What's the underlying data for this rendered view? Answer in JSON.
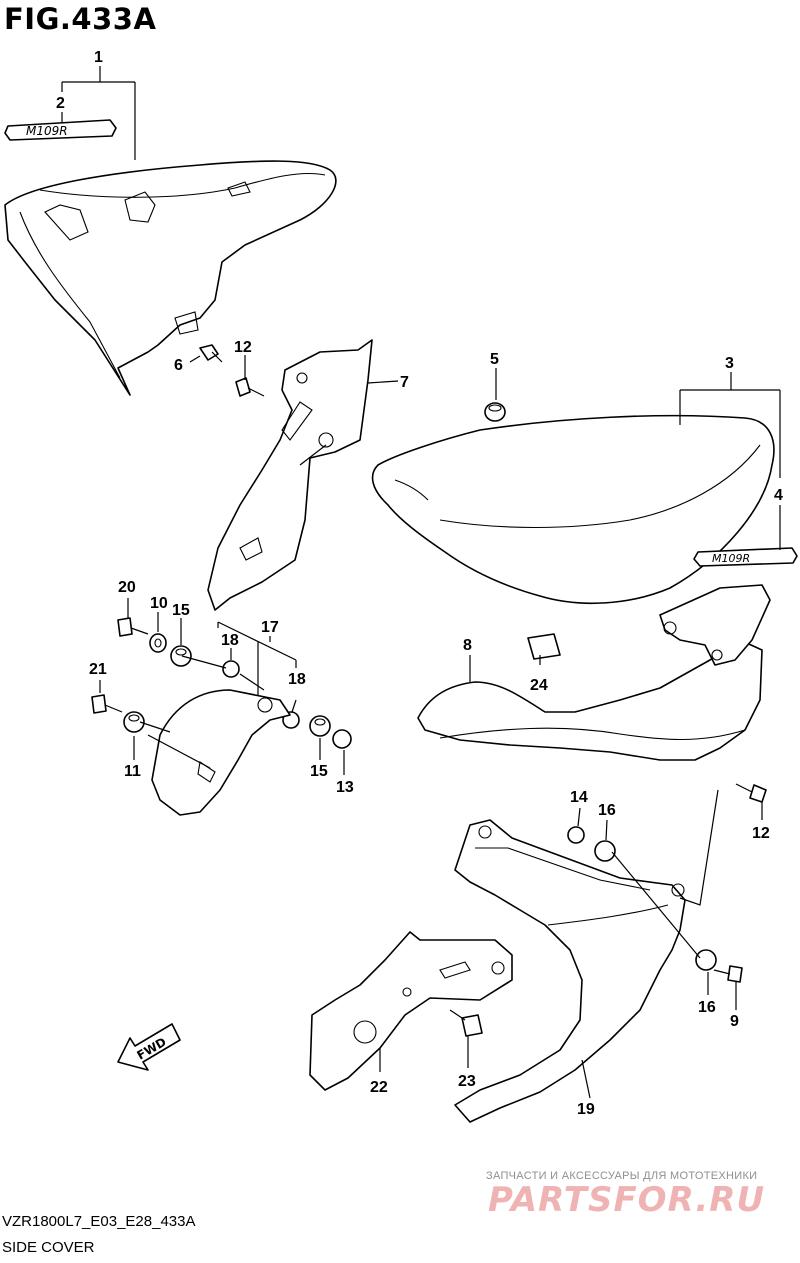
{
  "figure": {
    "title": "FIG.433A"
  },
  "footer": {
    "code": "VZR1800L7_E03_E28_433A",
    "description": "SIDE COVER"
  },
  "watermark": {
    "tagline": "ЗАПЧАСТИ И АКСЕССУАРЫ ДЛЯ МОТОТЕХНИКИ",
    "brand": "PARTSFOR.RU"
  },
  "emblem_text": "M109R",
  "direction_marker": "FWD",
  "callouts": {
    "c1": "1",
    "c2": "2",
    "c3": "3",
    "c4": "4",
    "c5": "5",
    "c6": "6",
    "c7": "7",
    "c8": "8",
    "c9": "9",
    "c10": "10",
    "c11": "11",
    "c12a": "12",
    "c12b": "12",
    "c13": "13",
    "c14": "14",
    "c15a": "15",
    "c15b": "15",
    "c16a": "16",
    "c16b": "16",
    "c17": "17",
    "c18a": "18",
    "c18b": "18",
    "c19": "19",
    "c20": "20",
    "c21": "21",
    "c22": "22",
    "c23": "23",
    "c24": "24"
  }
}
